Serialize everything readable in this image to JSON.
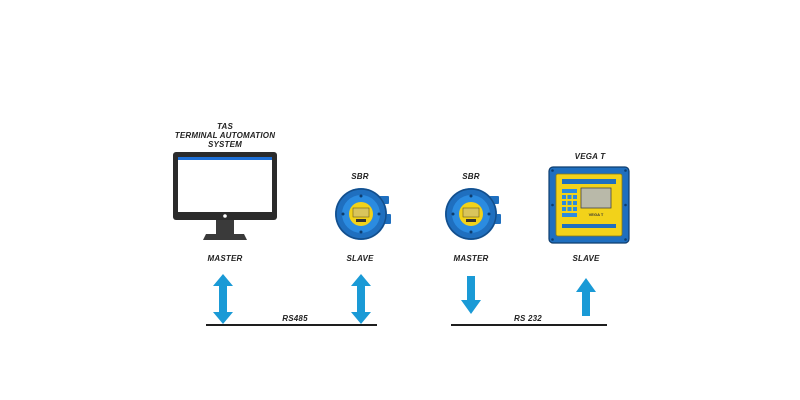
{
  "tas": {
    "title_lines": [
      "TAS",
      "TERMINAL AUTOMATION",
      "SYSTEM"
    ]
  },
  "devices": {
    "sbr_left": {
      "title": "SBR",
      "role": "SLAVE"
    },
    "sbr_right": {
      "title": "SBR",
      "role": "MASTER"
    },
    "vega": {
      "title": "VEGA T",
      "role": "SLAVE",
      "screen_text": "VEGA T"
    }
  },
  "monitor": {
    "role": "MASTER"
  },
  "links": {
    "left": {
      "label": "RS485",
      "arrows": [
        "bidirectional",
        "bidirectional"
      ]
    },
    "right": {
      "label": "RS 232",
      "arrows": [
        "down",
        "up"
      ]
    }
  },
  "colors": {
    "arrow": "#1a9ad6",
    "bus_line": "#1e1e1e",
    "device_body": "#1f6fbf",
    "device_face": "#f2d21a",
    "monitor_frame": "#2b2b2b",
    "monitor_screen_bar": "#1d6fd6"
  }
}
